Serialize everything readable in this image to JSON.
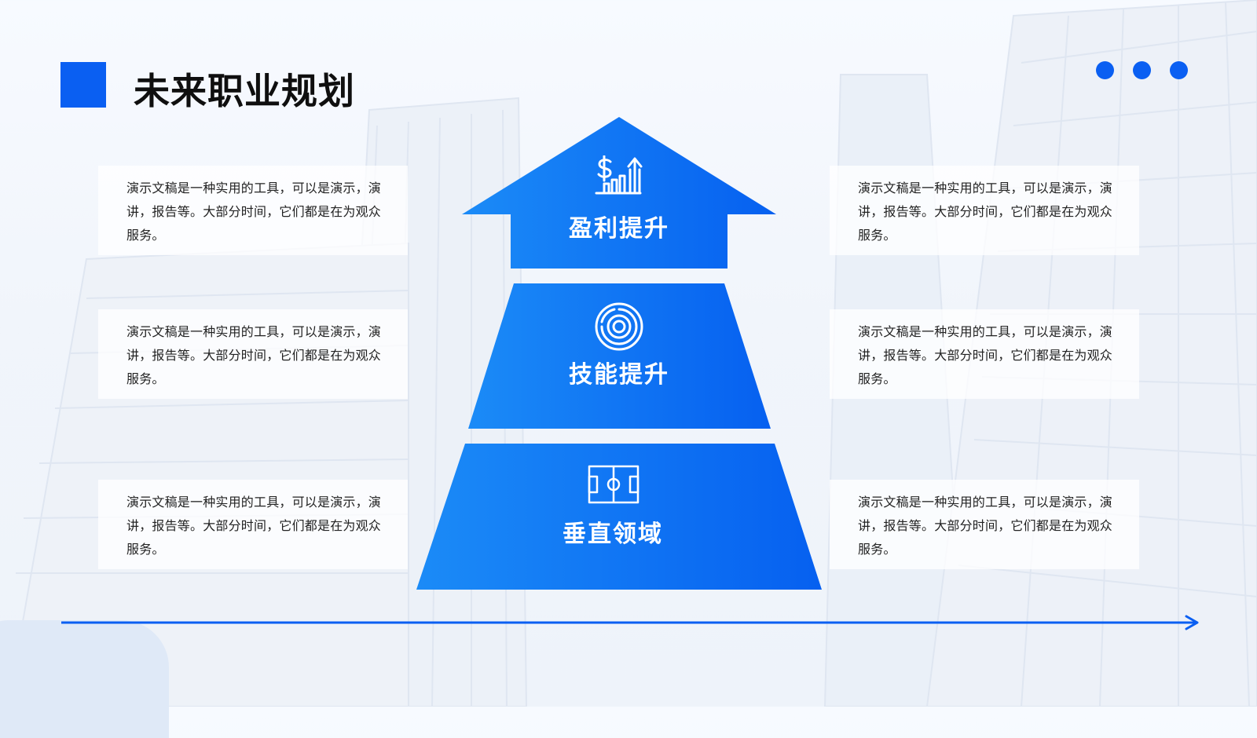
{
  "title": "未来职业规划",
  "colors": {
    "accent": "#0a5ff2",
    "tier_gradient_start": "#1b8bf7",
    "tier_gradient_end": "#0660f0"
  },
  "tiers": [
    {
      "label": "盈利提升",
      "icon": "finance-growth-icon"
    },
    {
      "label": "技能提升",
      "icon": "target-icon"
    },
    {
      "label": "垂直领域",
      "icon": "field-icon"
    }
  ],
  "cards": {
    "left": [
      {
        "text": "演示文稿是一种实用的工具，可以是演示，演讲，报告等。大部分时间，它们都是在为观众服务。"
      },
      {
        "text": "演示文稿是一种实用的工具，可以是演示，演讲，报告等。大部分时间，它们都是在为观众服务。"
      },
      {
        "text": "演示文稿是一种实用的工具，可以是演示，演讲，报告等。大部分时间，它们都是在为观众服务。"
      }
    ],
    "right": [
      {
        "text": "演示文稿是一种实用的工具，可以是演示，演讲，报告等。大部分时间，它们都是在为观众服务。"
      },
      {
        "text": "演示文稿是一种实用的工具，可以是演示，演讲，报告等。大部分时间，它们都是在为观众服务。"
      },
      {
        "text": "演示文稿是一种实用的工具，可以是演示，演讲，报告等。大部分时间，它们都是在为观众服务。"
      }
    ]
  }
}
